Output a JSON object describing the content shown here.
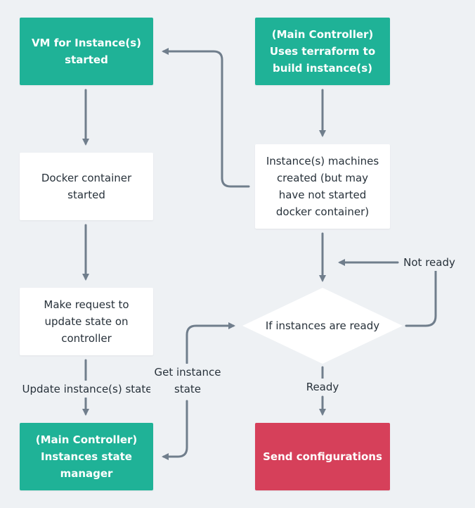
{
  "colors": {
    "background": "#eef1f4",
    "green": "#1fb297",
    "red": "#d6405a",
    "arrow": "#707e8c"
  },
  "nodes": {
    "vm_started": "VM for Instance(s)\nstarted",
    "main_controller_build": "(Main Controller)\nUses terraform to\nbuild instance(s)",
    "docker_started": "Docker container\nstarted",
    "machines_created": "Instance(s) machines\ncreated (but may\nhave not started\ndocker container)",
    "make_request": "Make request to\nupdate state on\ncontroller",
    "decision": "If instances are ready",
    "state_manager": "(Main Controller)\nInstances state\nmanager",
    "send_config": "Send configurations"
  },
  "edge_labels": {
    "not_ready": "Not ready",
    "ready": "Ready",
    "update_state": "Update instance(s) state",
    "get_state": "Get instance\nstate"
  }
}
